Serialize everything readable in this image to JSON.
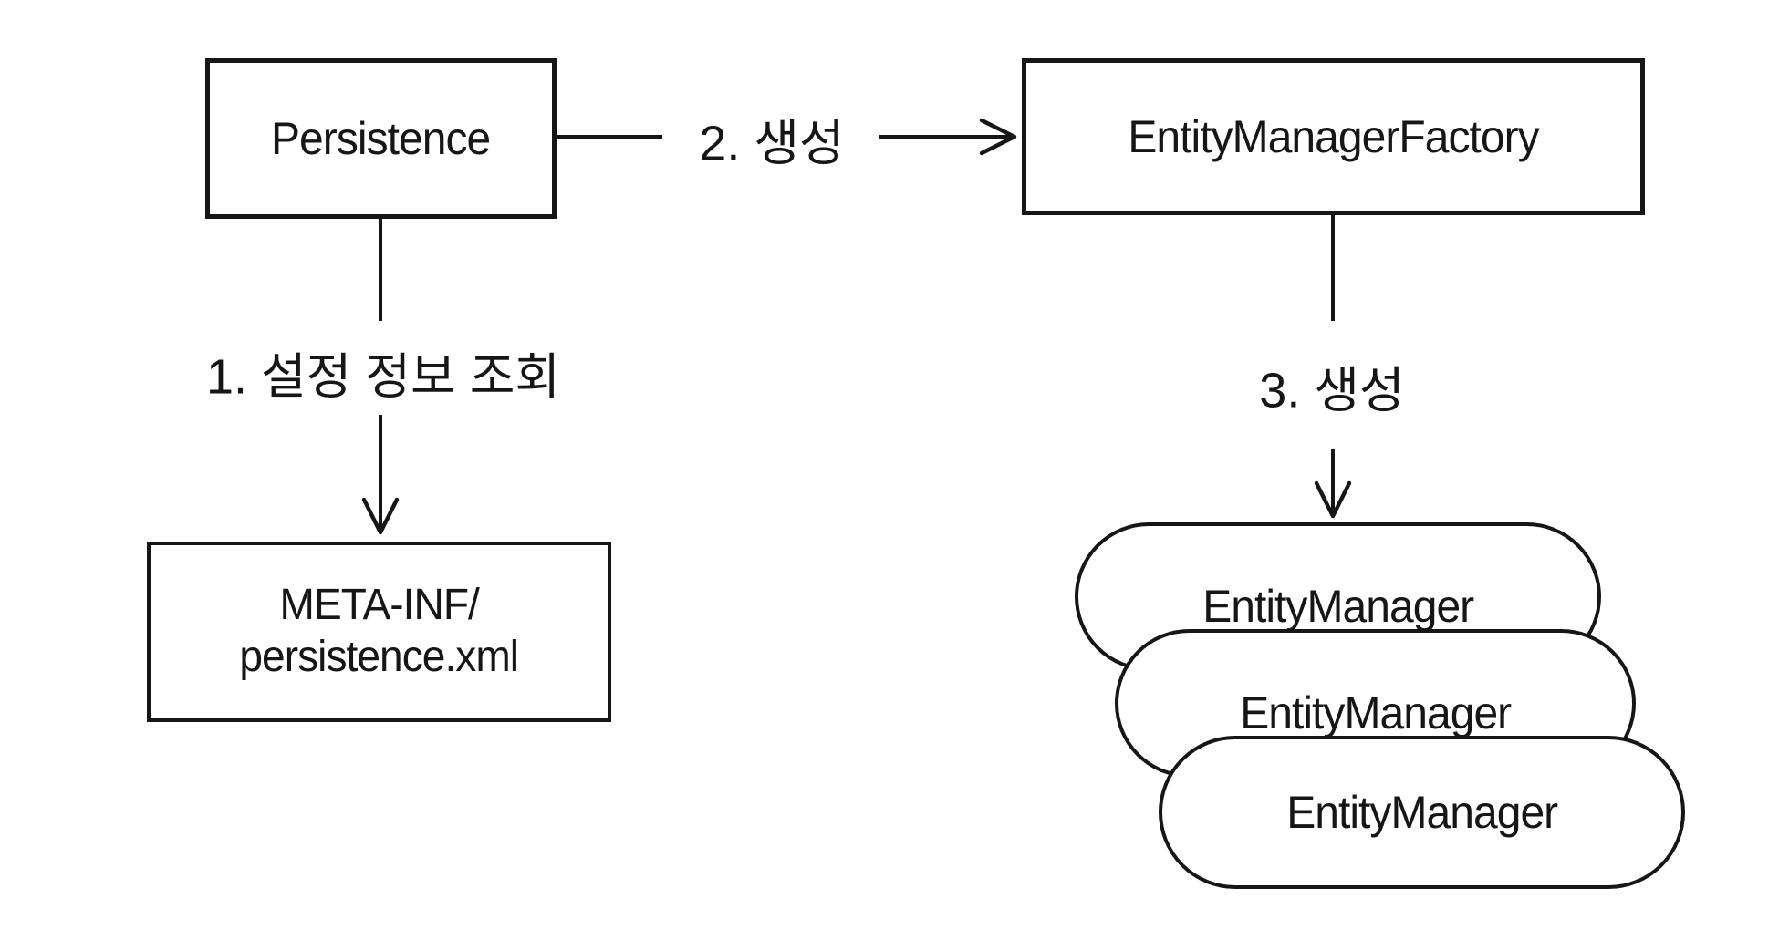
{
  "diagram": {
    "title": "JPA EntityManagerFactory creation flow",
    "colors": {
      "background": "#ffffff",
      "stroke": "#161616"
    },
    "nodes": {
      "persistence": {
        "label": "Persistence"
      },
      "entity_manager_factory": {
        "label": "EntityManagerFactory"
      },
      "persistence_xml": {
        "label_line1": "META-INF/",
        "label_line2": "persistence.xml"
      },
      "entity_managers": [
        {
          "label": "EntityManager"
        },
        {
          "label": "EntityManager"
        },
        {
          "label": "EntityManager"
        }
      ]
    },
    "edges": {
      "step1": {
        "label": "1. 설정 정보 조회"
      },
      "step2": {
        "label": "2. 생성"
      },
      "step3": {
        "label": "3. 생성"
      }
    }
  }
}
